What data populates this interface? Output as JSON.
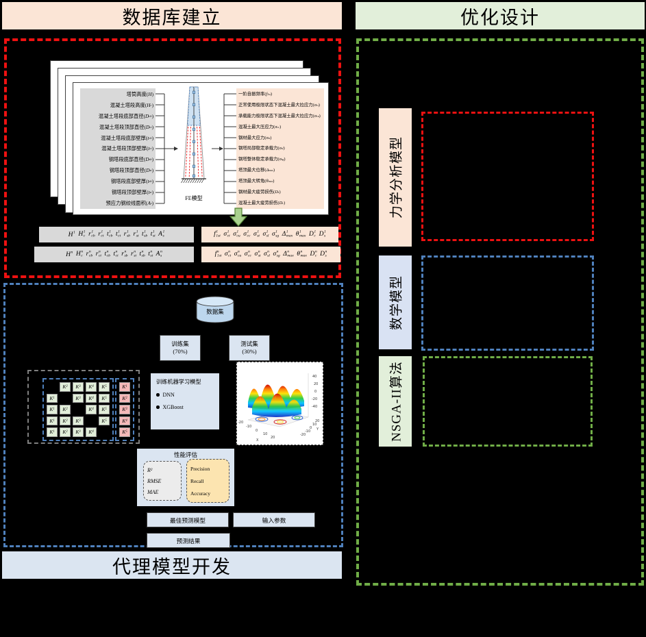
{
  "colors": {
    "red": "#ee1111",
    "blue": "#4f81bd",
    "green": "#70ad47",
    "peach": "#fbe5d6",
    "light_green": "#e2efda",
    "light_blue": "#dbe5f1",
    "gray": "#d9d9d9",
    "yellow": "#fce4b0",
    "pink": "#f5b9b9",
    "cell_green": "#e2efda",
    "cylinder": "#bdd7ee"
  },
  "left": {
    "header": {
      "title": "数据库建立"
    },
    "footer": {
      "title": "代理模型开发"
    },
    "card": {
      "fe_label": "FE模型",
      "inputs": [
        {
          "text": "塔筒高度",
          "v": [
            "H",
            "",
            ""
          ]
        },
        {
          "text": "混凝土塔段高度",
          "v": [
            "H",
            "",
            "c"
          ]
        },
        {
          "text": "混凝土塔段底部直径",
          "v": [
            "D",
            "",
            "cb"
          ]
        },
        {
          "text": "混凝土塔段顶部直径",
          "v": [
            "D",
            "",
            "ct"
          ]
        },
        {
          "text": "混凝土塔段底部壁厚",
          "v": [
            "t",
            "",
            "cb"
          ]
        },
        {
          "text": "混凝土塔段顶部壁厚",
          "v": [
            "t",
            "",
            "ct"
          ]
        },
        {
          "text": "钢塔段底部直径",
          "v": [
            "D",
            "",
            "sb"
          ]
        },
        {
          "text": "钢塔段顶部直径",
          "v": [
            "D",
            "",
            "st"
          ]
        },
        {
          "text": "钢塔段底部壁厚",
          "v": [
            "t",
            "",
            "sb"
          ]
        },
        {
          "text": "钢塔段顶部壁厚",
          "v": [
            "t",
            "",
            "st"
          ]
        },
        {
          "text": "预应力钢绞线面积",
          "v": [
            "A",
            "",
            "s"
          ]
        }
      ],
      "outputs": [
        {
          "text": "一阶自振频率",
          "v": [
            "f",
            "",
            "1st"
          ]
        },
        {
          "text": "正常使用极限状态下混凝土最大拉应力",
          "v": [
            "σ",
            "",
            "ct"
          ]
        },
        {
          "text": "承载能力极限状态下混凝土最大拉应力",
          "v": [
            "σ",
            "",
            "cu"
          ]
        },
        {
          "text": "混凝土最大压应力",
          "v": [
            "σ",
            "",
            "cc"
          ]
        },
        {
          "text": "钢材最大应力",
          "v": [
            "σ",
            "",
            "st"
          ]
        },
        {
          "text": "钢塔局部稳定承载力",
          "v": [
            "σ",
            "",
            "sl"
          ]
        },
        {
          "text": "钢塔整体稳定承载力",
          "v": [
            "σ",
            "",
            "sg"
          ]
        },
        {
          "text": "塔顶最大位移",
          "v": [
            "Δ",
            "",
            "max"
          ]
        },
        {
          "text": "塔顶最大转角",
          "v": [
            "θ",
            "",
            "max"
          ]
        },
        {
          "text": "钢材最大疲劳损伤",
          "v": [
            "D",
            "",
            "s"
          ]
        },
        {
          "text": "混凝土最大疲劳损伤",
          "v": [
            "D",
            "",
            "c"
          ]
        }
      ]
    },
    "vectors": {
      "inputs_1": [
        [
          "H",
          "1",
          ""
        ],
        [
          "H",
          "1",
          "c"
        ],
        [
          "r",
          "1",
          "cb"
        ],
        [
          "r",
          "1",
          "ct"
        ],
        [
          "t",
          "1",
          "cb"
        ],
        [
          "t",
          "1",
          "ct"
        ],
        [
          "r",
          "1",
          "sb"
        ],
        [
          "r",
          "1",
          "st"
        ],
        [
          "t",
          "1",
          "sb"
        ],
        [
          "t",
          "1",
          "st"
        ],
        [
          "A",
          "1",
          "s"
        ]
      ],
      "outputs_1": [
        [
          "f",
          "1",
          "1st"
        ],
        [
          "σ",
          "1",
          "ct"
        ],
        [
          "σ",
          "1",
          "cu"
        ],
        [
          "σ",
          "1",
          "cc"
        ],
        [
          "σ",
          "1",
          "st"
        ],
        [
          "σ",
          "1",
          "sl"
        ],
        [
          "σ",
          "1",
          "sg"
        ],
        [
          "Δ",
          "1",
          "max"
        ],
        [
          "θ",
          "1",
          "max"
        ],
        [
          "D",
          "1",
          "c"
        ],
        [
          "D",
          "1",
          "s"
        ]
      ],
      "inputs_n": [
        [
          "H",
          "n",
          ""
        ],
        [
          "H",
          "n",
          "c"
        ],
        [
          "r",
          "n",
          "cb"
        ],
        [
          "r",
          "n",
          "ct"
        ],
        [
          "t",
          "n",
          "cb"
        ],
        [
          "t",
          "n",
          "ct"
        ],
        [
          "r",
          "n",
          "sb"
        ],
        [
          "r",
          "n",
          "st"
        ],
        [
          "t",
          "n",
          "sb"
        ],
        [
          "t",
          "n",
          "st"
        ],
        [
          "A",
          "n",
          "s"
        ]
      ],
      "outputs_n": [
        [
          "f",
          "n",
          "1st"
        ],
        [
          "σ",
          "n",
          "ct"
        ],
        [
          "σ",
          "n",
          "cu"
        ],
        [
          "σ",
          "n",
          "cc"
        ],
        [
          "σ",
          "n",
          "st"
        ],
        [
          "σ",
          "n",
          "sl"
        ],
        [
          "σ",
          "n",
          "sg"
        ],
        [
          "Δ",
          "n",
          "max"
        ],
        [
          "θ",
          "n",
          "max"
        ],
        [
          "D",
          "n",
          "c"
        ],
        [
          "D",
          "n",
          "s"
        ]
      ]
    }
  },
  "surrogate": {
    "dataset_label": "数据集",
    "train_set": {
      "line1": "训练集",
      "line2": "(70%)"
    },
    "test_set": {
      "line1": "测试集",
      "line2": "(30%)"
    },
    "kfold": {
      "symbol": "K",
      "train_cells": [
        [
          "",
          "2",
          "3",
          "4",
          "5"
        ],
        [
          "1",
          "",
          "3",
          "4",
          "5"
        ],
        [
          "1",
          "2",
          "",
          "4",
          "5"
        ],
        [
          "1",
          "2",
          "3",
          "",
          "5"
        ],
        [
          "1",
          "2",
          "3",
          "4",
          ""
        ]
      ],
      "test_cells": [
        "1",
        "2",
        "3",
        "4",
        "5"
      ]
    },
    "train_model": {
      "title": "训练机器学习模型",
      "items": [
        "DNN",
        "XGBoost"
      ]
    },
    "evaluation": {
      "title": "性能评估",
      "regression": [
        "R²",
        "RMSE",
        "MAE"
      ],
      "classification": [
        "Precision",
        "Recall",
        "Accuracy"
      ]
    },
    "best_model": "最佳预测模型",
    "input_params": "输入参数",
    "prediction": "预测结果"
  },
  "right": {
    "header": {
      "title": "优化设计"
    },
    "sections": [
      {
        "label": "力学分析模型"
      },
      {
        "label": "数学模型"
      },
      {
        "label": "NSGA-II算法"
      }
    ]
  },
  "chart_data": {
    "type": "area",
    "title": "",
    "xlabel": "X",
    "ylabel": "Y",
    "x_ticks": [
      "-20",
      "-10",
      "0",
      "10",
      "20"
    ],
    "y_ticks": [
      "-20",
      "-10",
      "0",
      "10",
      "20"
    ],
    "z_ticks": [
      "40",
      "20",
      "0",
      "-20",
      "-40"
    ],
    "xlim": [
      -20,
      20
    ],
    "ylim": [
      -20,
      20
    ],
    "zlim": [
      -40,
      40
    ]
  }
}
